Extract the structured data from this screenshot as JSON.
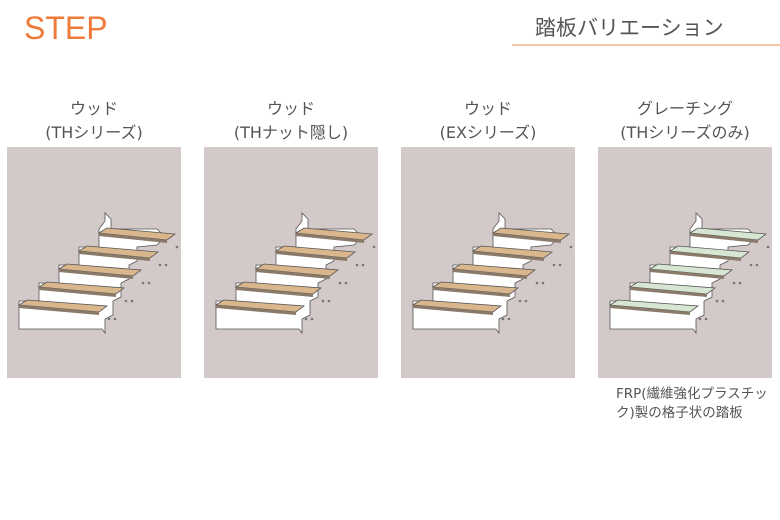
{
  "header": {
    "title": "STEP",
    "subtitle": "踏板バリエーション"
  },
  "colors": {
    "accent": "#ee7b3a",
    "underline": "#f6c7a5",
    "panel": "#d3c9c8",
    "wood": "#d9b68c",
    "grating": "#d6e6d2"
  },
  "variants": [
    {
      "name": "ウッド",
      "series": "(THシリーズ)",
      "material": "wood"
    },
    {
      "name": "ウッド",
      "series": "(THナット隠し)",
      "material": "wood"
    },
    {
      "name": "ウッド",
      "series": "(EXシリーズ)",
      "material": "wood"
    },
    {
      "name": "グレーチング",
      "series": "(THシリーズのみ)",
      "material": "grating",
      "note": "FRP(繊維強化プラスチック)製の格子状の踏板"
    }
  ]
}
